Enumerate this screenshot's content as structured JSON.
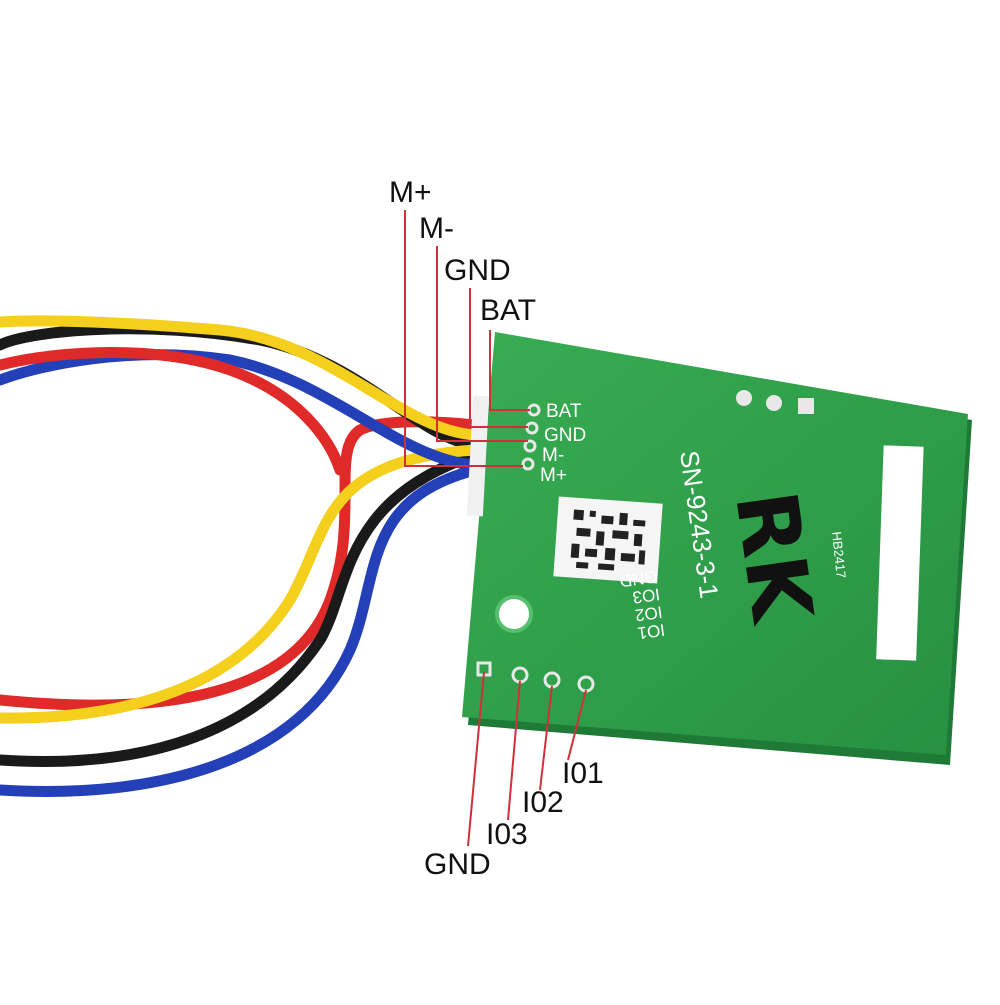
{
  "callouts": {
    "top": {
      "m_plus": "M+",
      "m_minus": "M-",
      "gnd": "GND",
      "bat": "BAT"
    },
    "bottom": {
      "io1": "I01",
      "io2": "I02",
      "io3": "I03",
      "gnd": "GND"
    }
  },
  "silkscreen": {
    "connector_pins": [
      "BAT",
      "GND",
      "M-",
      "M+"
    ],
    "io_pins": [
      "IO1",
      "IO2",
      "IO3",
      "GND"
    ],
    "part_number": "SN-9243-3-1",
    "marker": "RK",
    "code": "HB2417"
  },
  "colors": {
    "pcb": "#2fa24a",
    "wire_red": "#e02a2a",
    "wire_yellow": "#f4cf1b",
    "wire_black": "#1a1a1a",
    "wire_blue": "#2440b8",
    "callout_line": "#d0303a"
  }
}
